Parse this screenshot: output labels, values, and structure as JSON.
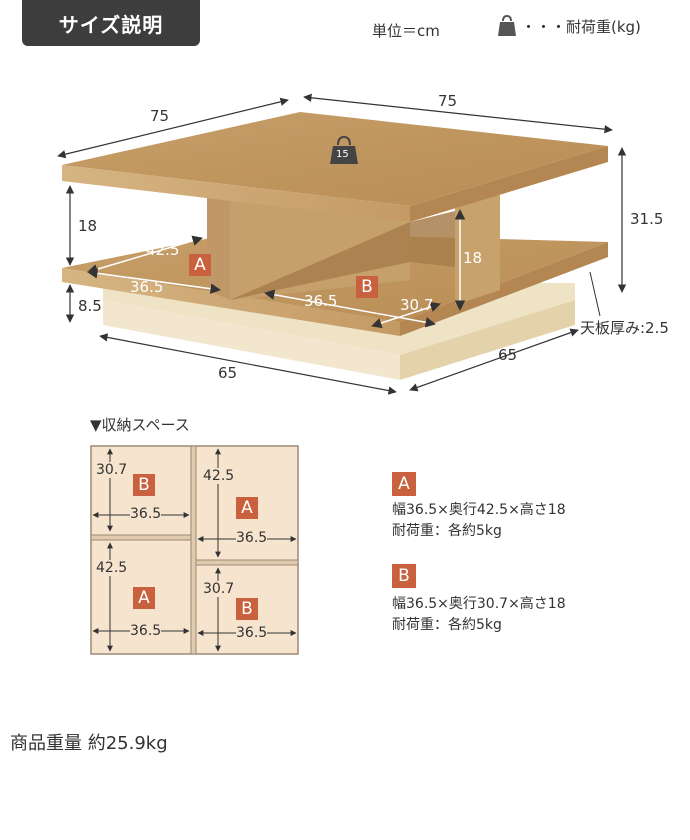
{
  "header": {
    "title": "サイズ説明",
    "unit": "単位＝cm",
    "load_legend": "・・・耐荷重(kg)"
  },
  "table_dims": {
    "top_width": "75",
    "top_depth": "75",
    "height_total": "31.5",
    "upper_gap": "18",
    "base_height": "8.5",
    "base_width": "65",
    "base_depth": "65",
    "board_thickness": "天板厚み:2.5",
    "load_top": "15",
    "inner_18": "18",
    "a_depth": "42.5",
    "a_width": "36.5",
    "b_width": "36.5",
    "b_depth": "30.7",
    "label_a": "A",
    "label_b": "B"
  },
  "storage": {
    "title": "▼収納スペース",
    "cells": [
      {
        "label": "B",
        "depth": "30.7",
        "width": "36.5"
      },
      {
        "label": "A",
        "depth": "42.5",
        "width": "36.5"
      },
      {
        "label": "A",
        "depth": "42.5",
        "width": "36.5"
      },
      {
        "label": "B",
        "depth": "30.7",
        "width": "36.5"
      }
    ],
    "specs": [
      {
        "label": "A",
        "size": "幅36.5×奥行42.5×高さ18",
        "load": "耐荷重：各約5kg"
      },
      {
        "label": "B",
        "size": "幅36.5×奥行30.7×高さ18",
        "load": "耐荷重：各約5kg"
      }
    ]
  },
  "product_weight": "商品重量 約25.9kg",
  "colors": {
    "accent": "#c9613f",
    "wood": "#c9a470",
    "base": "#efe3c6",
    "header_bg": "#3d3d3d"
  }
}
